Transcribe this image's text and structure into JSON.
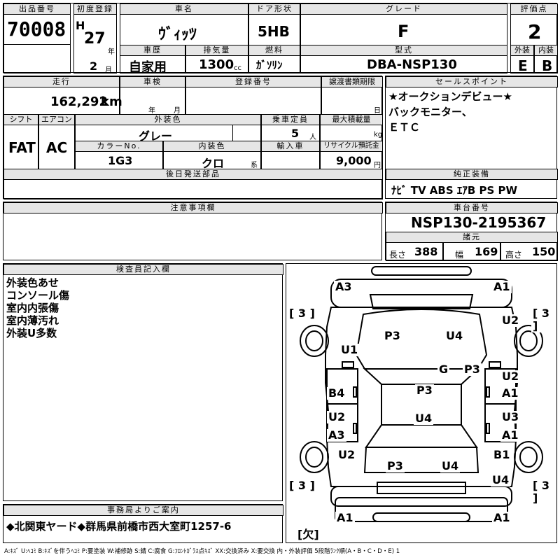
{
  "header": {
    "lot_label": "出品番号",
    "lot": "70008",
    "first_reg_label": "初度登録",
    "era": "H",
    "year": "27",
    "year_unit": "年",
    "month": "2",
    "month_unit": "月",
    "car_name_label": "車名",
    "car_name": "ｳﾞｨｯﾂ",
    "door_label": "ドア形状",
    "door": "5HB",
    "grade_label": "グレード",
    "grade": "F",
    "score_label": "評価点",
    "score": "2",
    "history_label": "車歴",
    "history": "自家用",
    "displacement_label": "排気量",
    "displacement": "1300",
    "displacement_unit": "cc",
    "fuel_label": "燃料",
    "fuel": "ｶﾞｿﾘﾝ",
    "model_label": "型式",
    "model": "DBA-NSP130",
    "exterior_label": "外装",
    "exterior": "E",
    "interior_label": "内装",
    "interior": "B"
  },
  "row2": {
    "mileage_label": "走行",
    "mileage": "162,292",
    "mileage_unit": "km",
    "inspection_label": "車検",
    "insp_year_unit": "年",
    "insp_month_unit": "月",
    "regno_label": "登録番号",
    "transfer_label": "譲渡書類期限",
    "transfer_day_unit": "日",
    "shift_label": "シフト",
    "shift": "FAT",
    "ac_label": "エアコン",
    "ac": "AC",
    "color_label": "外装色",
    "color": "グレー",
    "capacity_label": "乗車定員",
    "capacity": "5",
    "capacity_unit": "人",
    "load_label": "最大積載量",
    "load_unit": "kg",
    "colorno_label": "カラーNo.",
    "colorno": "1G3",
    "intcolor_label": "内装色",
    "intcolor": "クロ",
    "intcolor_unit": "系",
    "import_label": "輸入車",
    "recycle_label": "リサイクル預託金",
    "recycle": "9,000",
    "recycle_unit": "円"
  },
  "sales": {
    "label": "セールスポイント",
    "lines": [
      "★オークションデビュー★",
      "バックモニター、",
      "ＥＴＣ"
    ]
  },
  "later_parts_label": "後日発送部品",
  "equipment": {
    "label": "純正装備",
    "items": "ﾅﾋﾞ TV ABS ｴｱB PS PW"
  },
  "notes_label": "注意事項欄",
  "chassis": {
    "label": "車台番号",
    "number": "NSP130-2195367"
  },
  "specs": {
    "label": "諸元",
    "length_label": "長さ",
    "length": "388",
    "width_label": "幅",
    "width": "169",
    "height_label": "高さ",
    "height": "150"
  },
  "inspector": {
    "label": "検査員記入欄",
    "lines": [
      "外装色あせ",
      "コンソール傷",
      "室内内張傷",
      "室内薄汚れ",
      "外装U多数"
    ]
  },
  "damage": {
    "a3_top": "A3",
    "a1_top": "A1",
    "br3_tl": "[ 3 ]",
    "br3_tr": "[ 3 ]",
    "u2_right_top": "U2",
    "u1_left": "U1",
    "p3_hood": "P3",
    "u4_hood": "U4",
    "g": "G",
    "p3_ws": "P3",
    "b4": "B4",
    "u2_r_door1": "U2",
    "a1_r_door1": "A1",
    "p3_roof": "P3",
    "u2_l_door2": "U2",
    "a3_l_door2": "A3",
    "u3_r_door2": "U3",
    "a1_r_door2": "A1",
    "u4_roof": "U4",
    "u2_rear_left": "U2",
    "b1_rear_right": "B1",
    "p3_trunk": "P3",
    "u4_trunk": "U4",
    "br3_bl": "[ 3 ]",
    "u4_br": "U4",
    "br3_br": "[ 3 ]",
    "a1_bl": "A1",
    "a1_br": "A1",
    "missing": "[欠]"
  },
  "office": {
    "label": "事務局よりご案内",
    "text": "◆北関東ヤード◆群馬県前橋市西大室町1257-6"
  },
  "legend": "A:ｷｽﾞ U:ﾍｺﾐ B:ｷｽﾞを伴うﾍｺﾐ P:要塗装 W:補修跡 S:錆 C:腐食 G:ﾌﾛﾝﾄｶﾞﾗｽ点ｷｽﾞ XX:交換済み X:要交換 内・外装評価 5段階ﾗﾝｸ順(A・B・C・D・E) 1"
}
